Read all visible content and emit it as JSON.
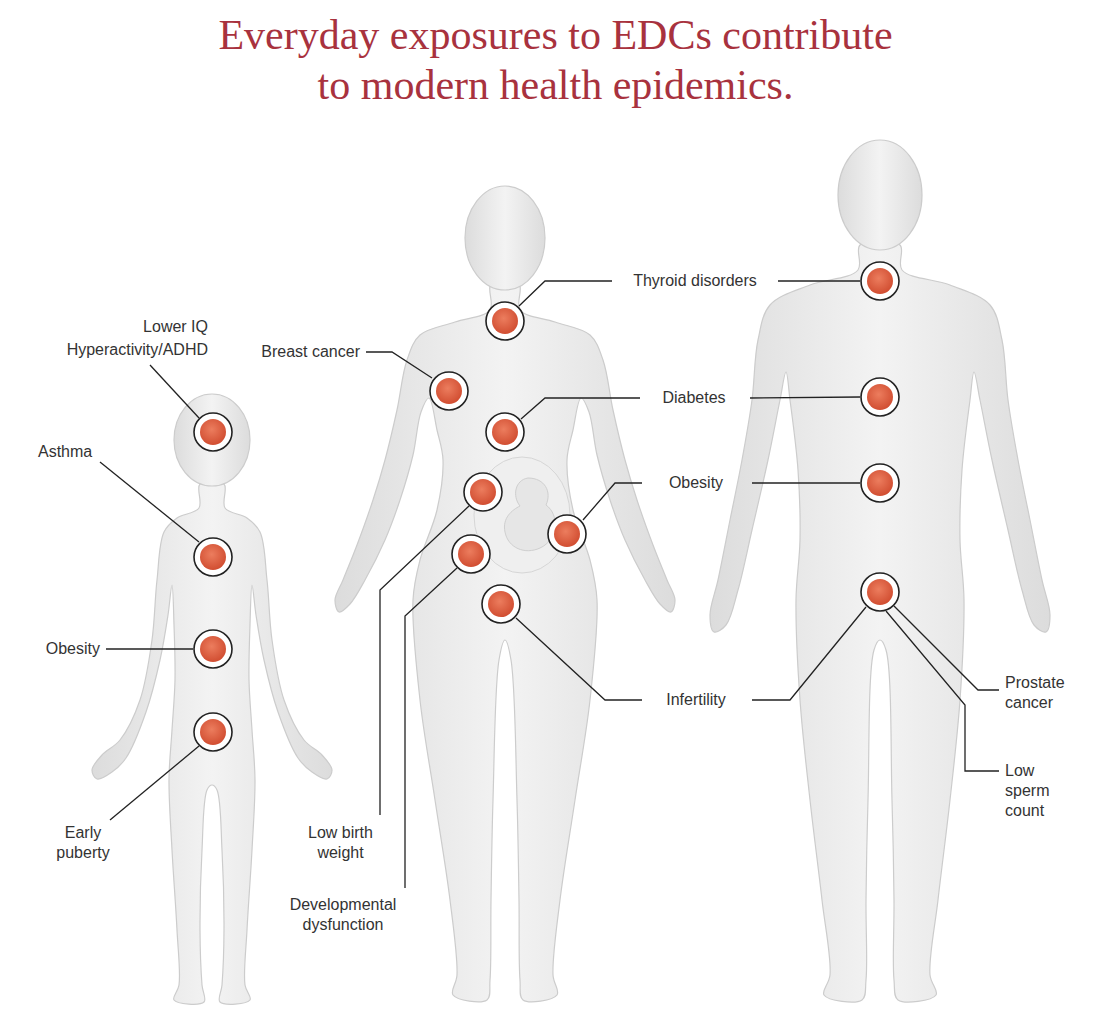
{
  "diagram": {
    "title": "Everyday exposures to EDCs contribute to modern health epidemics.",
    "labels": [
      "Lower IQ",
      "Hyperactivity/ADHD",
      "Asthma",
      "Obesity",
      "Early puberty",
      "Breast cancer",
      "Thyroid disorders",
      "Diabetes",
      "Obesity",
      "Infertility",
      "Low birth weight",
      "Developmental dysfunction",
      "Prostate cancer",
      "Low sperm count"
    ]
  }
}
